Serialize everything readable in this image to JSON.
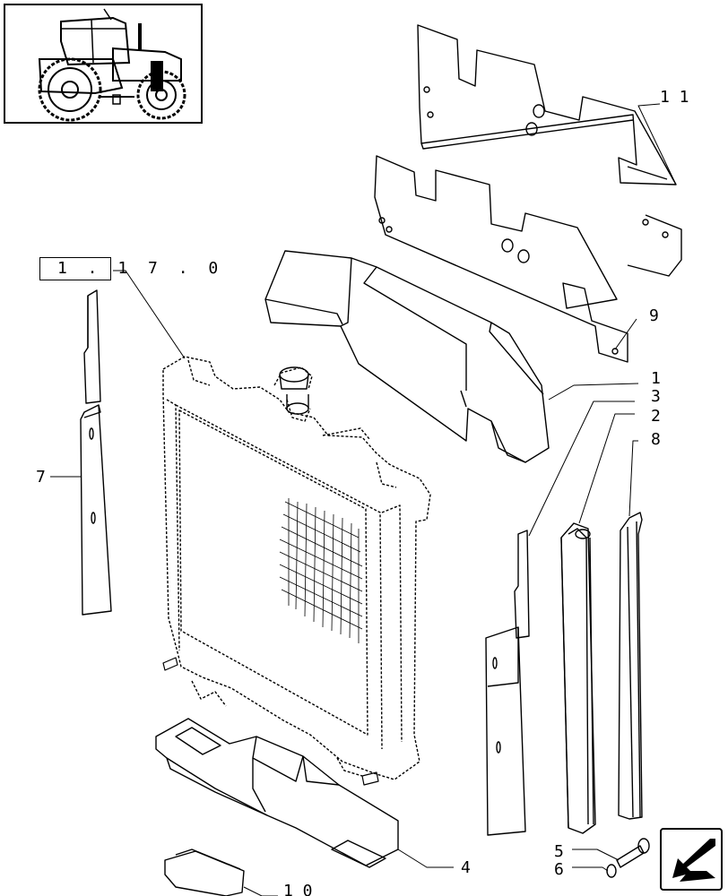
{
  "diagram": {
    "reference": "1.17.0",
    "reference_display": "1 . 1 7 . 0",
    "callouts": [
      {
        "id": "c11",
        "label": "1 1"
      },
      {
        "id": "c9",
        "label": "9"
      },
      {
        "id": "c1",
        "label": "1"
      },
      {
        "id": "c3",
        "label": "3"
      },
      {
        "id": "c2",
        "label": "2"
      },
      {
        "id": "c8",
        "label": "8"
      },
      {
        "id": "c7",
        "label": "7"
      },
      {
        "id": "c5",
        "label": "5"
      },
      {
        "id": "c6",
        "label": "6"
      },
      {
        "id": "c4",
        "label": "4"
      },
      {
        "id": "c10",
        "label": "1 0"
      }
    ]
  },
  "icons": {
    "thumbnail": "tractor-thumbnail-icon",
    "navigation": "arrow-back-icon"
  }
}
